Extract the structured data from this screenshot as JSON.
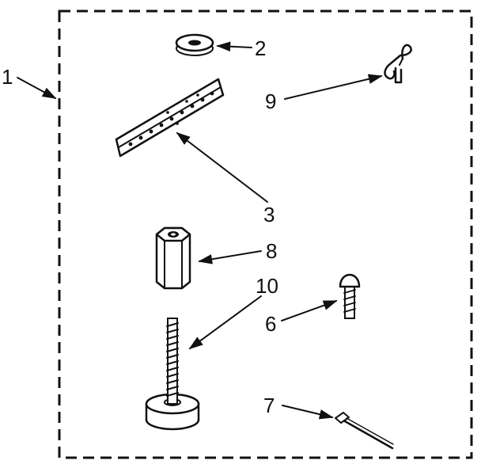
{
  "diagram": {
    "colors": {
      "ink": "#111111",
      "background": "#ffffff"
    },
    "kit": {
      "callout": "1"
    },
    "parts": [
      {
        "id": "washer",
        "callout": "2",
        "icon": "washer-icon"
      },
      {
        "id": "bracket",
        "callout": "3",
        "icon": "bracket-icon"
      },
      {
        "id": "screw",
        "callout": "6",
        "icon": "screw-icon"
      },
      {
        "id": "cable-tie",
        "callout": "7",
        "icon": "cable-tie-icon"
      },
      {
        "id": "hex-nut",
        "callout": "8",
        "icon": "hex-nut-icon"
      },
      {
        "id": "clip",
        "callout": "9",
        "icon": "clip-icon"
      },
      {
        "id": "leveling-leg",
        "callout": "10",
        "icon": "leveling-leg-icon"
      }
    ]
  }
}
